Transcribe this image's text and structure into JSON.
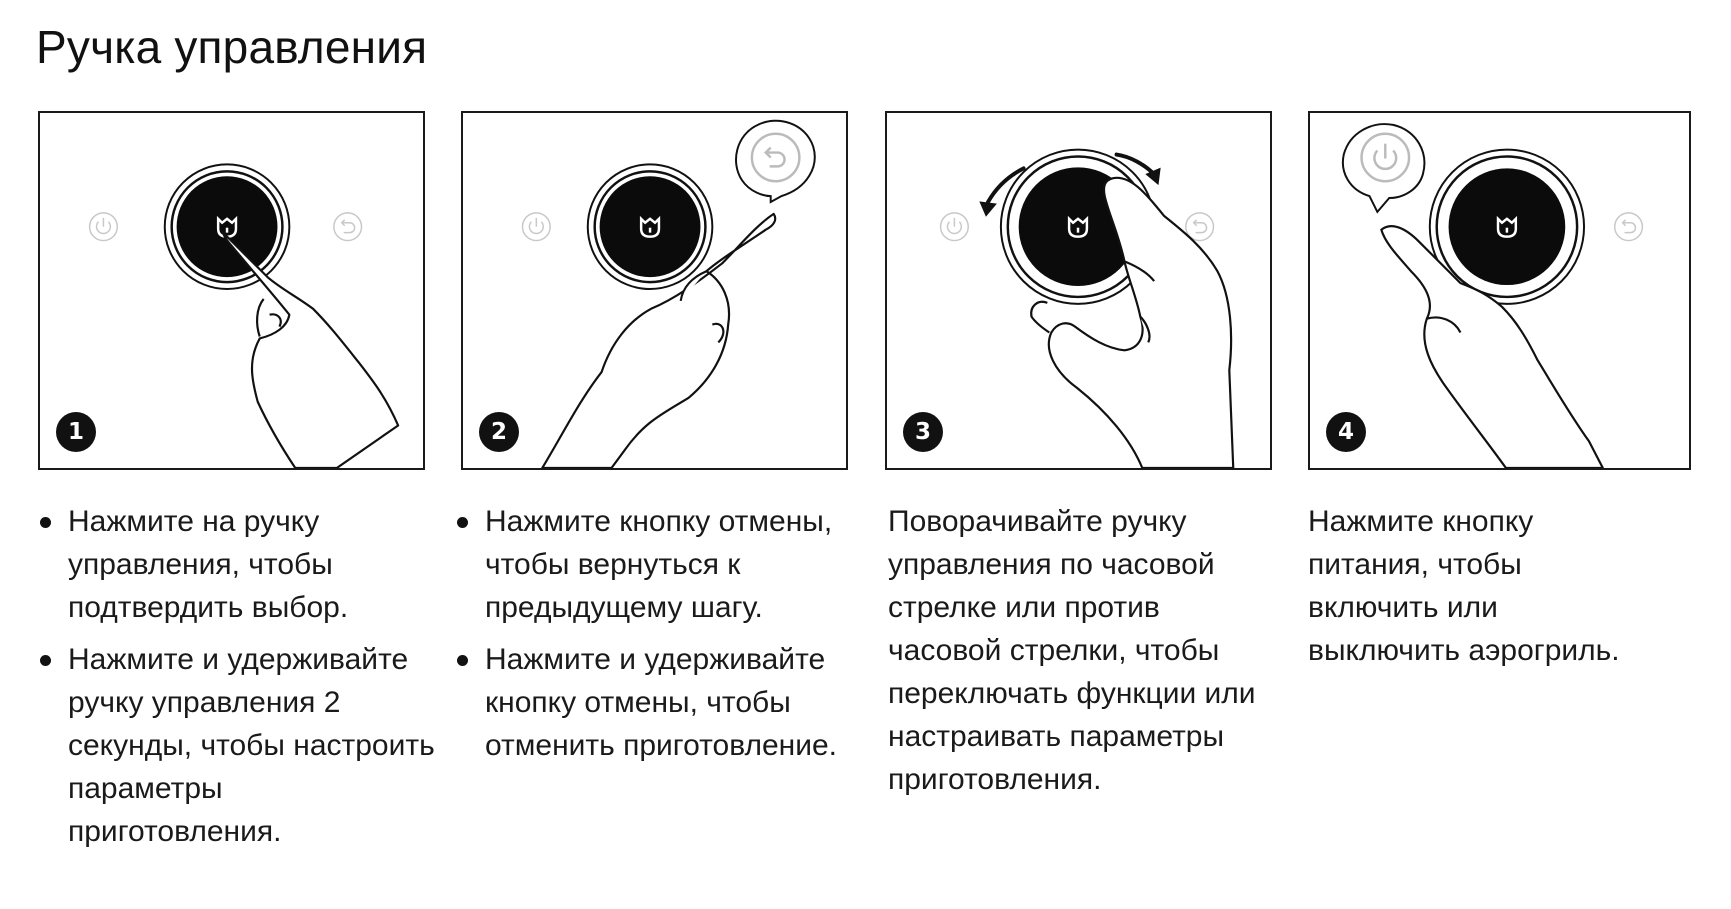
{
  "title": "Ручка управления",
  "steps": [
    {
      "number": "1",
      "bullets": [
        "Нажмите на ручку управления, чтобы подтвердить выбор.",
        "Нажмите и удерживайте ручку управления 2 секунды, чтобы настроить параметры приготовления."
      ]
    },
    {
      "number": "2",
      "bullets": [
        "Нажмите кнопку отмены, чтобы вернуться к предыдущему шагу.",
        "Нажмите и удерживайте кнопку отмены, чтобы отменить приготовление."
      ]
    },
    {
      "number": "3",
      "text": "Поворачивайте ручку управления по часовой стрелке или против часовой стрелки, чтобы переключать функции или настраивать параметры приготовления."
    },
    {
      "number": "4",
      "text": "Нажмите кнопку питания, чтобы включить или выключить аэрогриль."
    }
  ],
  "icons": {
    "knob_logo": "mi-home-logo-icon",
    "power": "power-icon",
    "back": "back-arrow-icon",
    "rotate": "rotate-arrows-icon",
    "hand": "hand-pointer-icon"
  },
  "colors": {
    "ink": "#111111",
    "knob": "#0b0b0b",
    "faint_icon": "#c8c8c8"
  }
}
